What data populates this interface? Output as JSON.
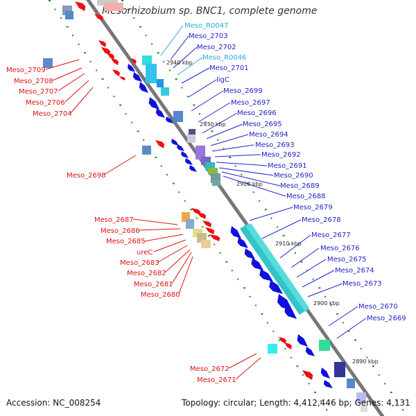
{
  "title": "Mesorhizobium sp. BNC1, complete genome",
  "footer": {
    "accession": "Accession: NC_008254",
    "topology": "Topology: circular; Length: 4,412,446 bp; Genes: 4,131"
  },
  "colors": {
    "forward_label": "#2020cc",
    "reverse_label": "#dd1111",
    "rna_label": "#22aadd",
    "backbone": "#777777",
    "cds_forward": "#1010dd",
    "cds_reverse": "#ee1111",
    "gc_tick": "#228822"
  },
  "tick_marks": [
    "2940 kbp",
    "2930 kbp",
    "2920 kbp",
    "2910 kbp",
    "2900 kbp",
    "2890 kbp"
  ],
  "forward_labels": [
    "Meso_R0047",
    "Meso_2703",
    "Meso_2702",
    "Meso_R0046",
    "Meso_2701",
    "ligC",
    "Meso_2699",
    "Meso_2697",
    "Meso_2696",
    "Meso_2695",
    "Meso_2694",
    "Meso_2693",
    "Meso_2692",
    "Meso_2691",
    "Meso_2690",
    "Meso_2689",
    "Meso_2688",
    "Meso_2679",
    "Meso_2678",
    "Meso_2677",
    "Meso_2676",
    "Meso_2675",
    "Meso_2674",
    "Meso_2673",
    "Meso_2670",
    "Meso_2669"
  ],
  "reverse_labels": [
    "Meso_2709",
    "Meso_2708",
    "Meso_2707",
    "Meso_2706",
    "Meso_2704",
    "Meso_2698",
    "Meso_2687",
    "Meso_2686",
    "Meso_2685",
    "ureC",
    "Meso_2683",
    "Meso_2682",
    "Meso_2681",
    "Meso_2680",
    "Meso_2672",
    "Meso_2671"
  ]
}
